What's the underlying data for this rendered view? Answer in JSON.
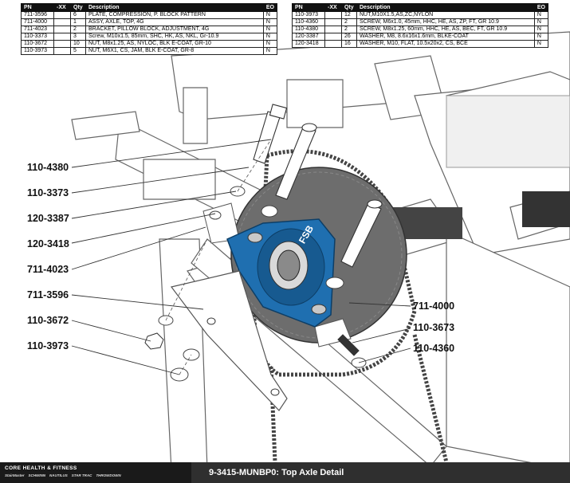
{
  "bom_left": {
    "headers": [
      "PN",
      "-XX",
      "Qty",
      "Description",
      "EO"
    ],
    "rows": [
      {
        "pn": "711-3596",
        "xx": "",
        "qty": "6",
        "desc": "PLATE, COMPRESSION, P. BLOCK PATTERN",
        "eo": "N"
      },
      {
        "pn": "711-4000",
        "xx": "",
        "qty": "1",
        "desc": "ASSY, AXLE, TOP, 4G",
        "eo": "N"
      },
      {
        "pn": "711-4023",
        "xx": "",
        "qty": "2",
        "desc": "BRACKET, PILLOW BLOCK, ADJUSTMENT, 4G",
        "eo": "N"
      },
      {
        "pn": "110-3373",
        "xx": "",
        "qty": "3",
        "desc": "Screw, M10x1.5, 85mm, SHC, HK, AS, NKL, Gr-10.9",
        "eo": "N"
      },
      {
        "pn": "110-3672",
        "xx": "",
        "qty": "10",
        "desc": "NUT, M8x1.25, AS, NYLOC, BLK E-COAT, GR-10",
        "eo": "N"
      },
      {
        "pn": "110-3973",
        "xx": "",
        "qty": "5",
        "desc": "NUT, M6X1, CS, JAM, BLK E-COAT, GR-8",
        "eo": "N"
      }
    ]
  },
  "bom_right": {
    "headers": [
      "PN",
      "-XX",
      "Qty",
      "Description",
      "EO"
    ],
    "rows": [
      {
        "pn": "110-3973",
        "xx": "",
        "qty": "12",
        "desc": "NUT,M10X1.5,AS,ZC,NYLON",
        "eo": "N"
      },
      {
        "pn": "110-4360",
        "xx": "",
        "qty": "2",
        "desc": "SCREW, M6x1.0, 45mm, HHC, HE, AS, ZP, FT, GR 10.9",
        "eo": "N"
      },
      {
        "pn": "110-4380",
        "xx": "",
        "qty": "2",
        "desc": "SCREW, M8x1.25, 60mm, HHC, HE, AS, BEC, FT, GR 10.9",
        "eo": "N"
      },
      {
        "pn": "120-3387",
        "xx": "",
        "qty": "26",
        "desc": "WASHER, M8, 8.6x16x1.6mm, BLKE-COAT",
        "eo": "N"
      },
      {
        "pn": "120-3418",
        "xx": "",
        "qty": "16",
        "desc": "WASHER, M10, FLAT, 10.5x20x2, CS, BCE",
        "eo": "N"
      }
    ]
  },
  "callouts_left": [
    "110-4380",
    "110-3373",
    "120-3387",
    "120-3418",
    "711-4023",
    "711-3596",
    "110-3672",
    "110-3973"
  ],
  "callouts_right": [
    "711-4000",
    "110-3673",
    "110-4360"
  ],
  "bearing_logo": "FSB",
  "footer": {
    "company": "CORE HEALTH & FITNESS",
    "brands": [
      "StairMaster",
      "SCHWINN",
      "NAUTILUS",
      "STAR TRAC",
      "THROWDOWN"
    ],
    "title": "9-3415-MUNBP0: Top Axle Detail"
  },
  "colors": {
    "bearing": "#1f6fb0",
    "frame_stroke": "#555555",
    "frame_fill": "#ffffff",
    "sprocket": "#6d6d6d",
    "footer": "#2f2f2f"
  }
}
